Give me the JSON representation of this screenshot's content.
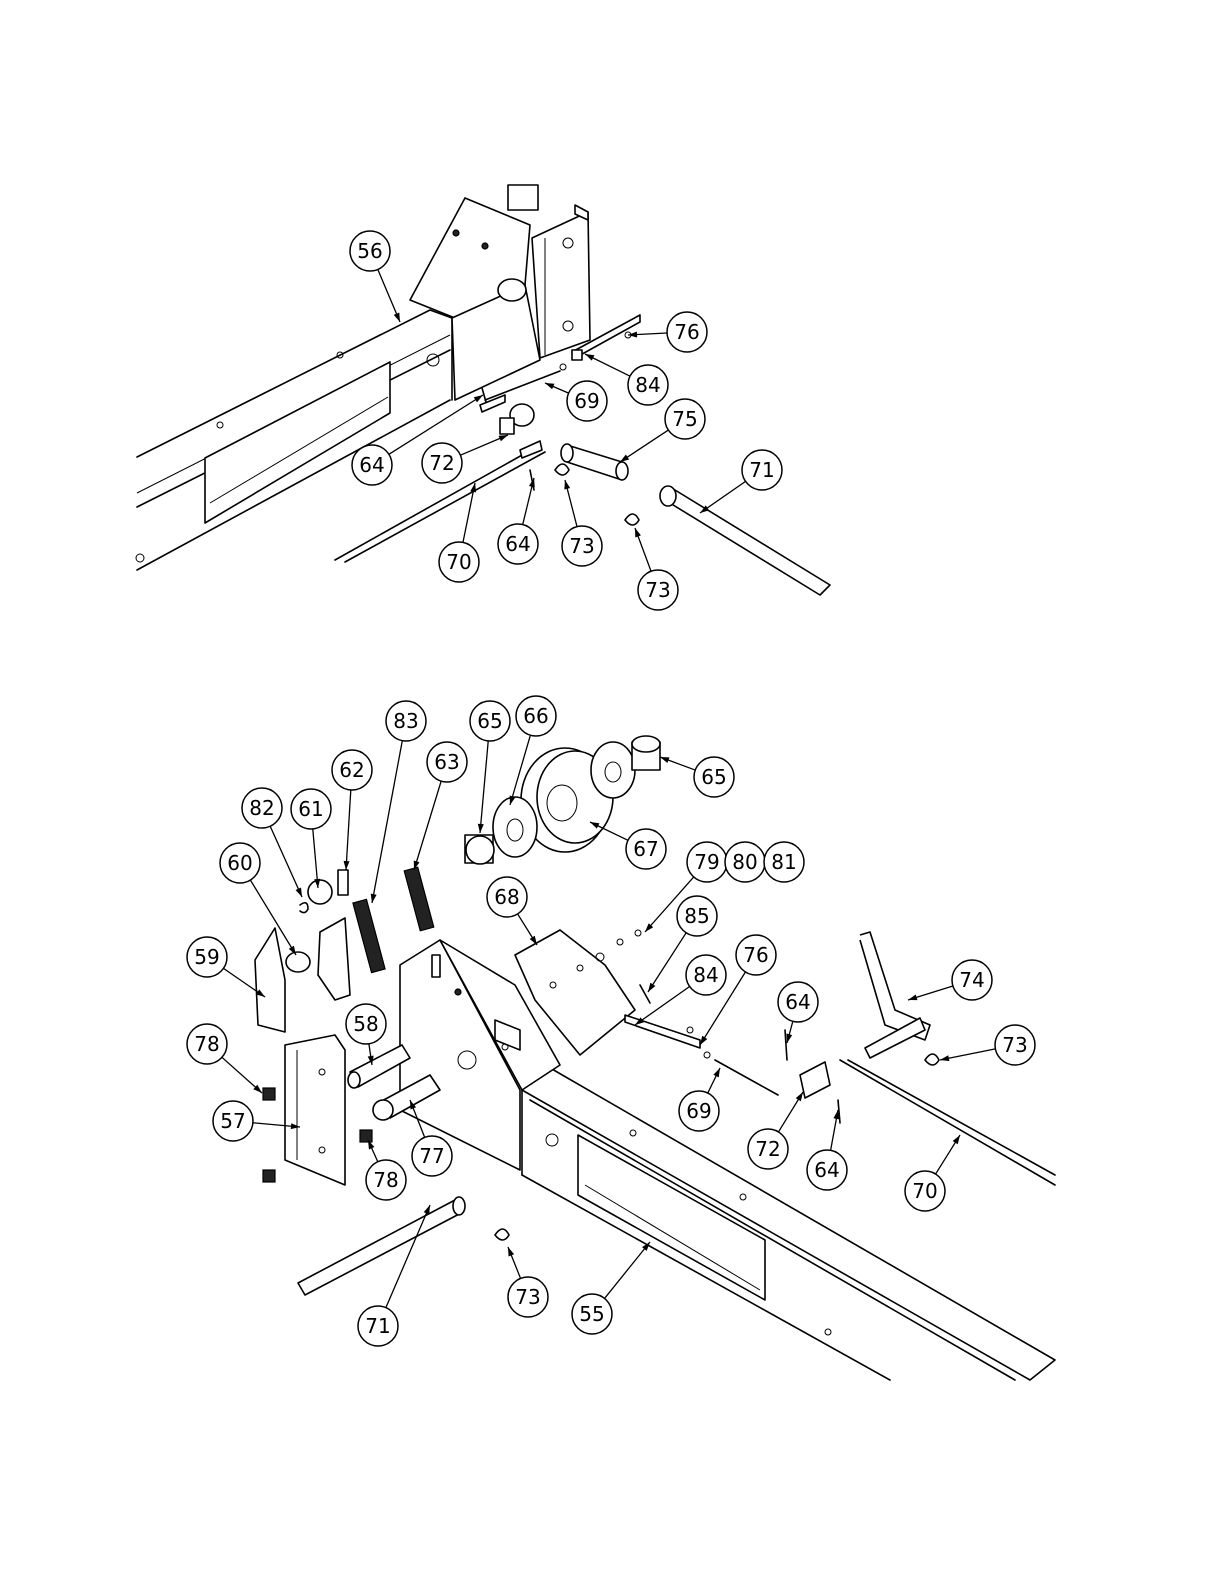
{
  "diagram": {
    "top_view_callouts": [
      "56",
      "76",
      "84",
      "69",
      "64",
      "72",
      "75",
      "71",
      "70",
      "64",
      "73",
      "73"
    ],
    "bottom_view_callouts": [
      "83",
      "65",
      "66",
      "63",
      "65",
      "62",
      "82",
      "61",
      "67",
      "60",
      "79",
      "80",
      "81",
      "68",
      "85",
      "59",
      "74",
      "84",
      "76",
      "64",
      "58",
      "73",
      "78",
      "57",
      "69",
      "72",
      "77",
      "78",
      "64",
      "70",
      "71",
      "73",
      "55"
    ]
  }
}
